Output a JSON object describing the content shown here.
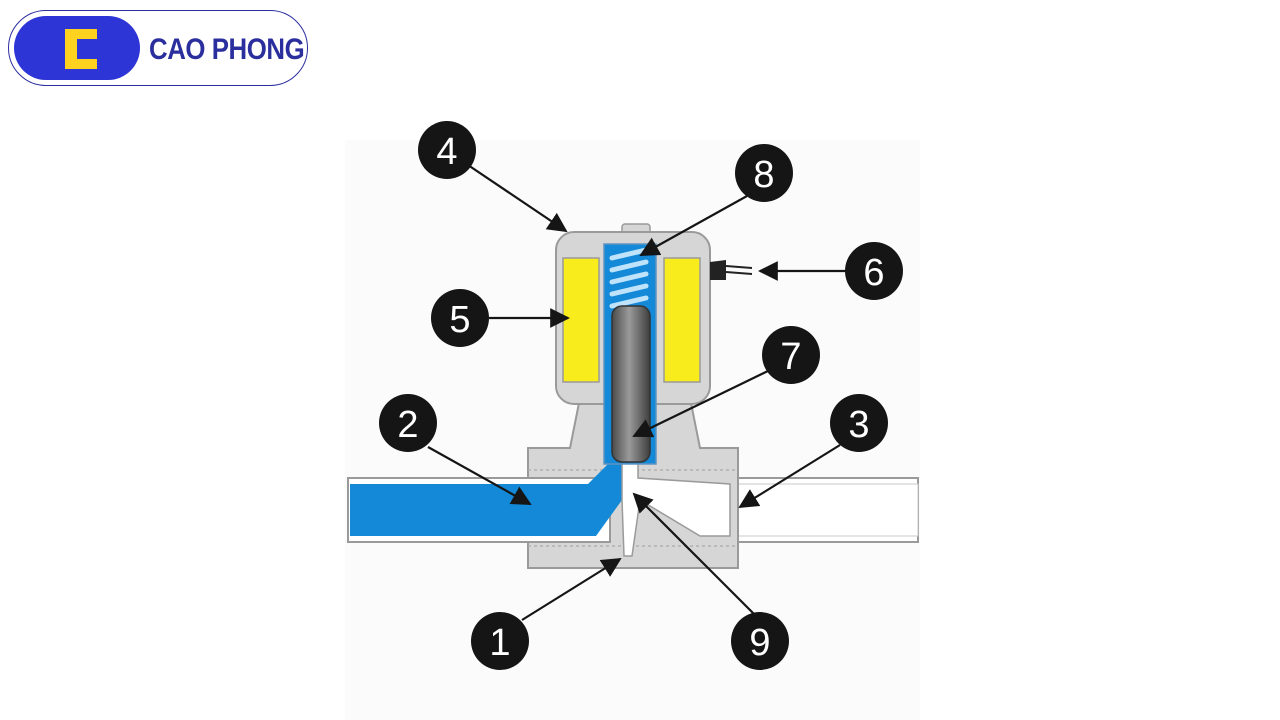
{
  "logo": {
    "mark_icon": "letter-c-logo-icon",
    "name": "CAO PHONG",
    "colors": {
      "brand_blue": "#2e35d6",
      "mark_yellow": "#ffd21f",
      "text_navy": "#2b2f9e"
    }
  },
  "diagram": {
    "colors": {
      "body_gray": "#d6d6d6",
      "coil_yellow": "#f8ec1c",
      "fluid_blue": "#1389d8",
      "plunger_gray": "#6b6b6b",
      "callout_black": "#151515"
    },
    "callouts": [
      {
        "number": "1"
      },
      {
        "number": "2"
      },
      {
        "number": "3"
      },
      {
        "number": "4"
      },
      {
        "number": "5"
      },
      {
        "number": "6"
      },
      {
        "number": "7"
      },
      {
        "number": "8"
      },
      {
        "number": "9"
      }
    ]
  }
}
